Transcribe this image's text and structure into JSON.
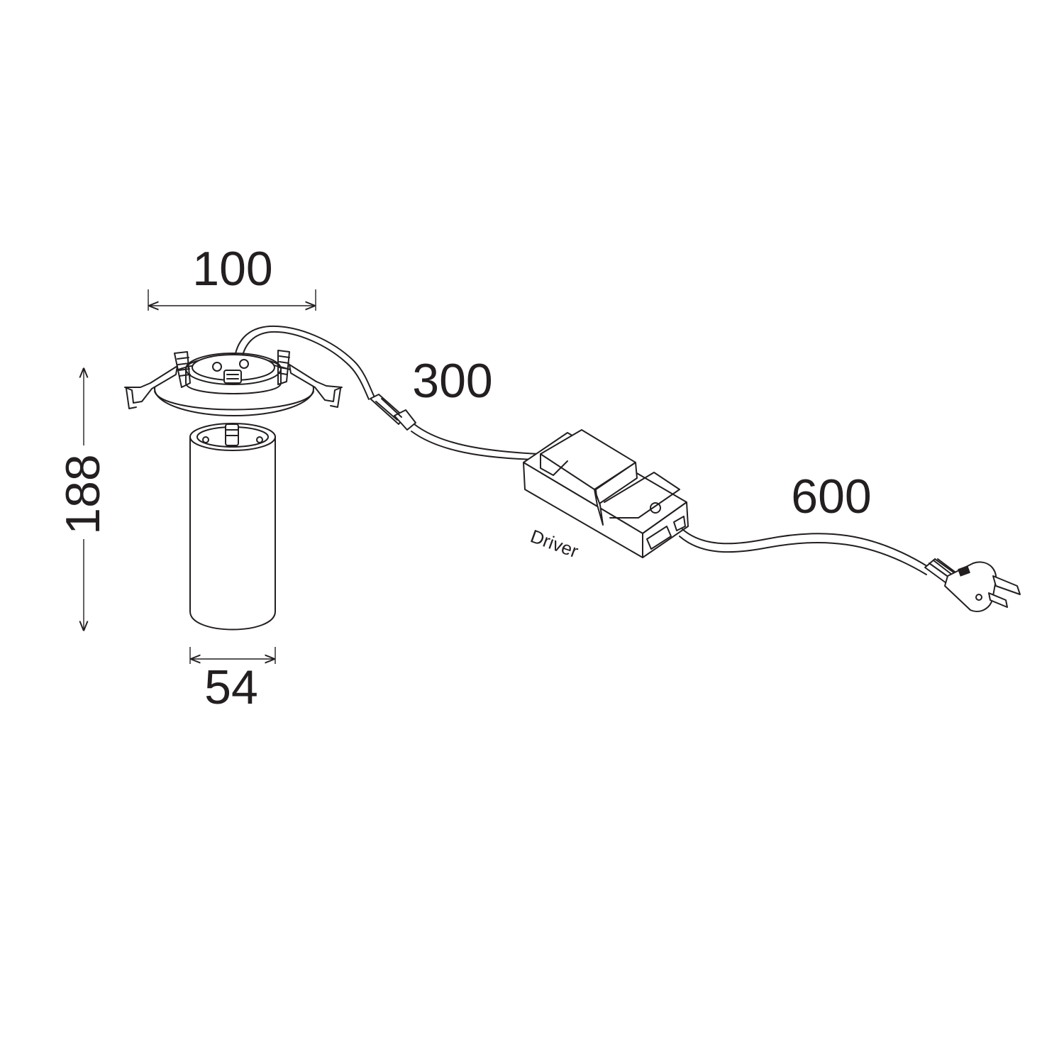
{
  "dimensions": {
    "trim_width": "100",
    "height": "188",
    "body_diameter": "54",
    "lead_to_driver": "300",
    "supply_cord": "600"
  },
  "labels": {
    "driver": "Driver"
  },
  "colors": {
    "line": "#231f20",
    "background": "#ffffff"
  }
}
